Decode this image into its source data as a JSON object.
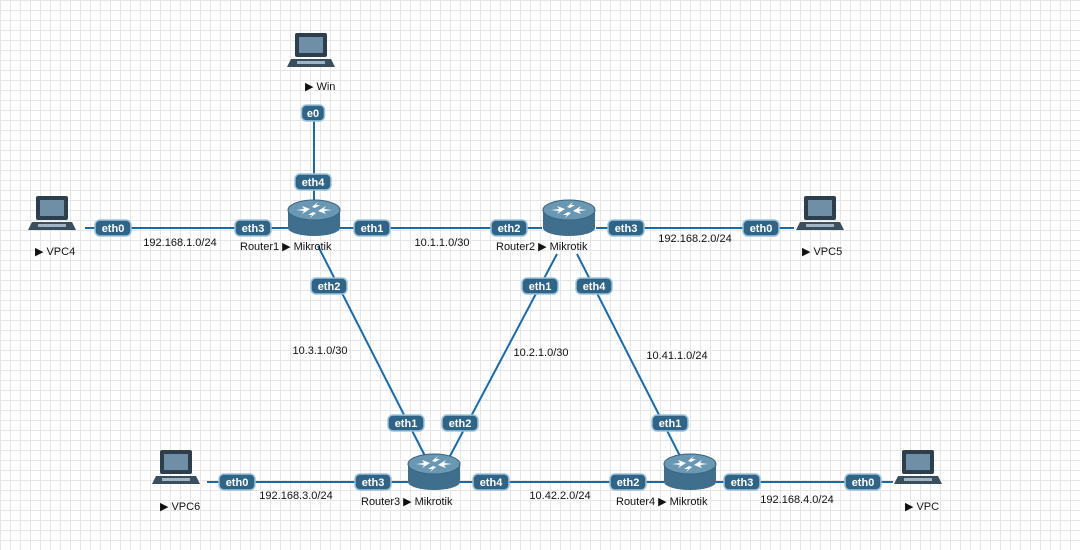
{
  "colors": {
    "link": "#1a6aa6",
    "port_fill": "#2f6486",
    "port_border": "#9ec3dc",
    "router_body": "#3f6f8c",
    "router_top": "#6a97b2"
  },
  "nodes": [
    {
      "id": "win",
      "kind": "pc",
      "label": "Win"
    },
    {
      "id": "vpc4",
      "kind": "pc",
      "label": "VPC4"
    },
    {
      "id": "vpc5",
      "kind": "pc",
      "label": "VPC5"
    },
    {
      "id": "vpc6",
      "kind": "pc",
      "label": "VPC6"
    },
    {
      "id": "vpc",
      "kind": "pc",
      "label": "VPC"
    },
    {
      "id": "r1",
      "kind": "router",
      "label": "Router1",
      "sublabel": "Mikrotik"
    },
    {
      "id": "r2",
      "kind": "router",
      "label": "Router2",
      "sublabel": "Mikrotik"
    },
    {
      "id": "r3",
      "kind": "router",
      "label": "Router3",
      "sublabel": "Mikrotik"
    },
    {
      "id": "r4",
      "kind": "router",
      "label": "Router4",
      "sublabel": "Mikrotik"
    }
  ],
  "links": [
    {
      "from": "win",
      "to": "r1",
      "from_port": "e0",
      "to_port": "eth4",
      "network": ""
    },
    {
      "from": "vpc4",
      "to": "r1",
      "from_port": "eth0",
      "to_port": "eth3",
      "network": "192.168.1.0/24"
    },
    {
      "from": "r1",
      "to": "r2",
      "from_port": "eth1",
      "to_port": "eth2",
      "network": "10.1.1.0/30"
    },
    {
      "from": "r2",
      "to": "vpc5",
      "from_port": "eth3",
      "to_port": "eth0",
      "network": "192.168.2.0/24"
    },
    {
      "from": "r1",
      "to": "r3",
      "from_port": "eth2",
      "to_port": "eth1",
      "network": "10.3.1.0/30"
    },
    {
      "from": "r2",
      "to": "r3",
      "from_port": "eth1",
      "to_port": "eth2",
      "network": "10.2.1.0/30"
    },
    {
      "from": "r2",
      "to": "r4",
      "from_port": "eth4",
      "to_port": "eth1",
      "network": "10.41.1.0/24"
    },
    {
      "from": "vpc6",
      "to": "r3",
      "from_port": "eth0",
      "to_port": "eth3",
      "network": "192.168.3.0/24"
    },
    {
      "from": "r3",
      "to": "r4",
      "from_port": "eth4",
      "to_port": "eth2",
      "network": "10.42.2.0/24"
    },
    {
      "from": "r4",
      "to": "vpc",
      "from_port": "eth3",
      "to_port": "eth0",
      "network": "192.168.4.0/24"
    }
  ]
}
